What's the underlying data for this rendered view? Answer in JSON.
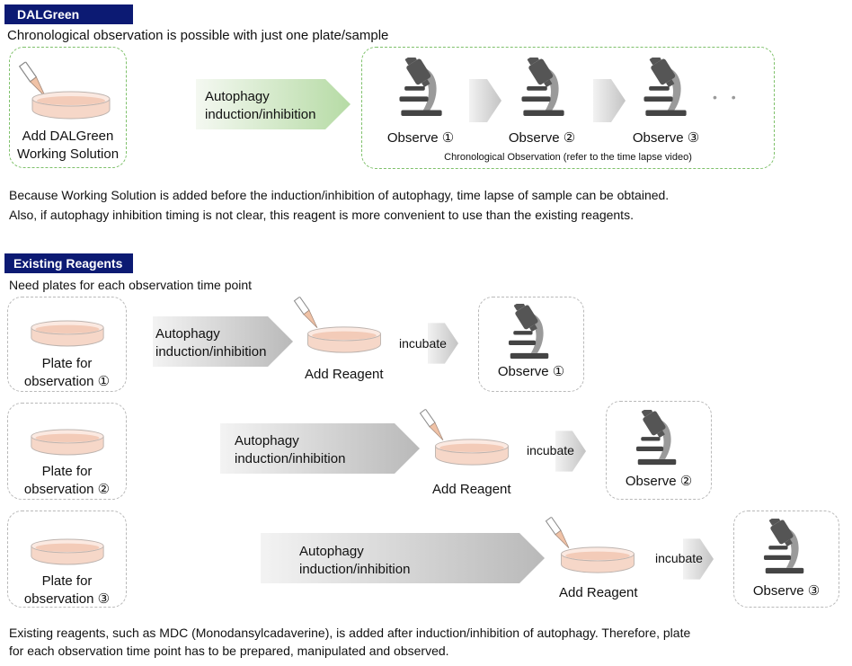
{
  "dalgreen": {
    "badge": "DALGreen",
    "subtitle": "Chronological observation is possible with just one plate/sample",
    "add_line1": "Add DALGreen",
    "add_line2": "Working Solution",
    "arrow_line1": "Autophagy",
    "arrow_line2": "induction/inhibition",
    "observe": [
      "Observe ①",
      "Observe ②",
      "Observe ③"
    ],
    "dots": "• •",
    "caption": "Chronological Observation (refer to the time lapse video)",
    "note1": "Because Working Solution is added before the induction/inhibition of autophagy, time lapse of sample can be obtained.",
    "note2": "Also, if autophagy inhibition timing is not clear, this reagent is more convenient to use than the existing reagents."
  },
  "existing": {
    "badge": "Existing Reagents",
    "subtitle": "Need plates for each observation time point",
    "rows": [
      {
        "plate1": "Plate for",
        "plate2": "observation ①",
        "arrow1": "Autophagy",
        "arrow2": "induction/inhibition",
        "add": "Add Reagent",
        "incubate": "incubate",
        "observe": "Observe ①"
      },
      {
        "plate1": "Plate for",
        "plate2": "observation ②",
        "arrow1": "Autophagy",
        "arrow2": "induction/inhibition",
        "add": "Add Reagent",
        "incubate": "incubate",
        "observe": "Observe ②"
      },
      {
        "plate1": "Plate for",
        "plate2": "observation ③",
        "arrow1": "Autophagy",
        "arrow2": "induction/inhibition",
        "add": "Add Reagent",
        "incubate": "incubate",
        "observe": "Observe ③"
      }
    ],
    "note1": "Existing reagents, such as MDC (Monodansylcadaverine), is added after induction/inhibition of autophagy. Therefore, plate",
    "note2": "for each observation time point has to be prepared, manipulated and observed."
  },
  "colors": {
    "badge_bg": "#0c1a73",
    "green_border": "#7fc16b",
    "grey_border": "#b9b9b9",
    "dish": "#f6d7c8",
    "microscope": "#555555"
  },
  "icons": [
    "dish-icon",
    "pipette-icon",
    "microscope-icon"
  ]
}
